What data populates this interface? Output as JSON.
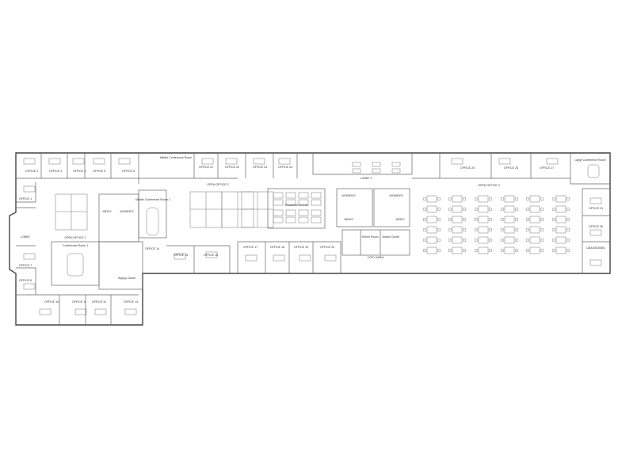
{
  "floor_plan": {
    "rooms": {
      "office_1": "OFFICE 1",
      "office_2": "OFFICE 2",
      "office_3": "OFFICE 3",
      "office_4": "OFFICE 4",
      "office_5": "OFFICE 5",
      "office_6": "OFFICE 6",
      "office_7": "OFFICE 7",
      "office_8": "OFFICE 8",
      "office_10": "OFFICE 10",
      "office_11": "OFFICE 11",
      "office_12": "OFFICE 12",
      "office_13": "OFFICE 13",
      "office_14": "OFFICE 14",
      "office_15": "OFFICE 15",
      "office_16": "OFFICE 16",
      "office_17": "OFFICE 17",
      "office_18": "OFFICE 18",
      "office_19": "OFFICE 19",
      "office_20": "OFFICE 20",
      "office_21": "OFFICE 21",
      "office_22": "OFFICE 22",
      "office_23": "OFFICE 23",
      "office_24": "OFFICE 24",
      "office_25": "OFFICE 25",
      "office_26": "OFFICE 26",
      "office_27": "OFFICE 27",
      "office_30": "OFFICE 30",
      "office_31": "OFFICE 31",
      "lobby": "LOBBY",
      "lobby_2": "LOBBY 2",
      "open_office_1": "OPEN OFFICE 1",
      "open_office_2": "OPEN OFFICE 2",
      "open_office_3": "OPEN OFFICE 3",
      "conference_1": "Conference Room 1",
      "conference_2": "Middle Conference Room 2",
      "conference_3": "Middle Conference Room",
      "conference_4": "Large Conference Room",
      "training": "TRAINING ROOM",
      "mens_1": "MEN'S",
      "womens_1": "WOMEN'S",
      "mens_2": "MEN'S",
      "womens_2": "WOMEN'S",
      "mens_3": "MEN'S",
      "womens_3": "WOMEN'S",
      "server": "Server Room",
      "janitor": "Janitor Closet",
      "copy_area": "COPY AREA",
      "supply": "Supply Closet",
      "unassigned": "UNASSIGNED"
    },
    "line_color": "#444444"
  }
}
